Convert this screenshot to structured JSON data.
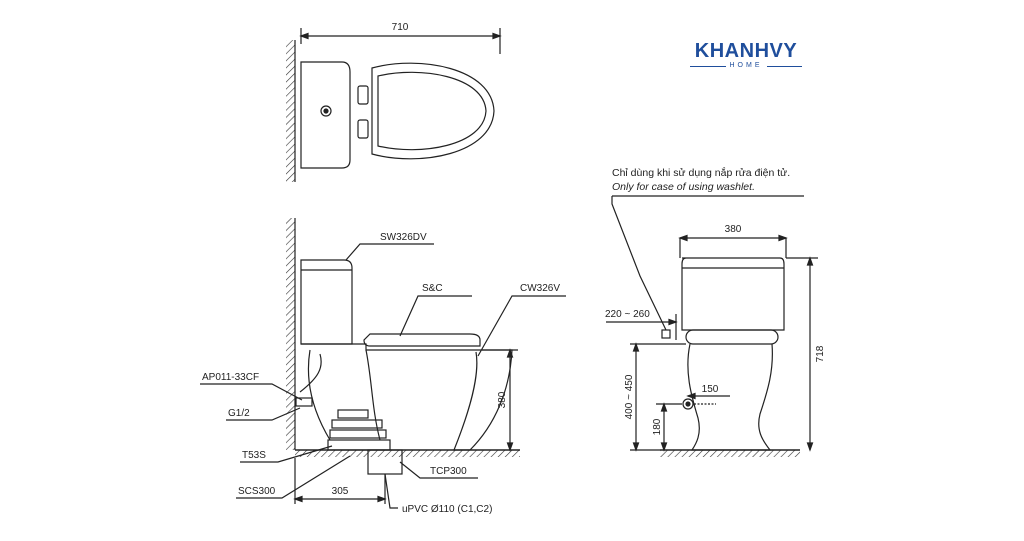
{
  "brand": {
    "name": "KHANHVY",
    "tagline": "HOME",
    "color": "#1f4e9c"
  },
  "note": {
    "vi": "Chỉ dùng khi sử dụng nắp rửa điện tử.",
    "en": "Only for case of using washlet."
  },
  "top_view": {
    "width": "710"
  },
  "side_view": {
    "labels": {
      "tank": "SW326DV",
      "seat": "S&C",
      "bowl": "CW326V",
      "valve": "AP011-33CF",
      "thread": "G1/2",
      "t53": "T53S",
      "scs": "SCS300",
      "tcp": "TCP300",
      "pipe": "uPVC Ø110 (C1,C2)"
    },
    "dims": {
      "rough_in": "305",
      "height": "380"
    }
  },
  "front_view": {
    "dims": {
      "width": "380",
      "height": "718",
      "supply_height": "220 ~ 260",
      "valve_range": "400 ~ 450",
      "floor_height": "180",
      "offset": "150"
    }
  }
}
